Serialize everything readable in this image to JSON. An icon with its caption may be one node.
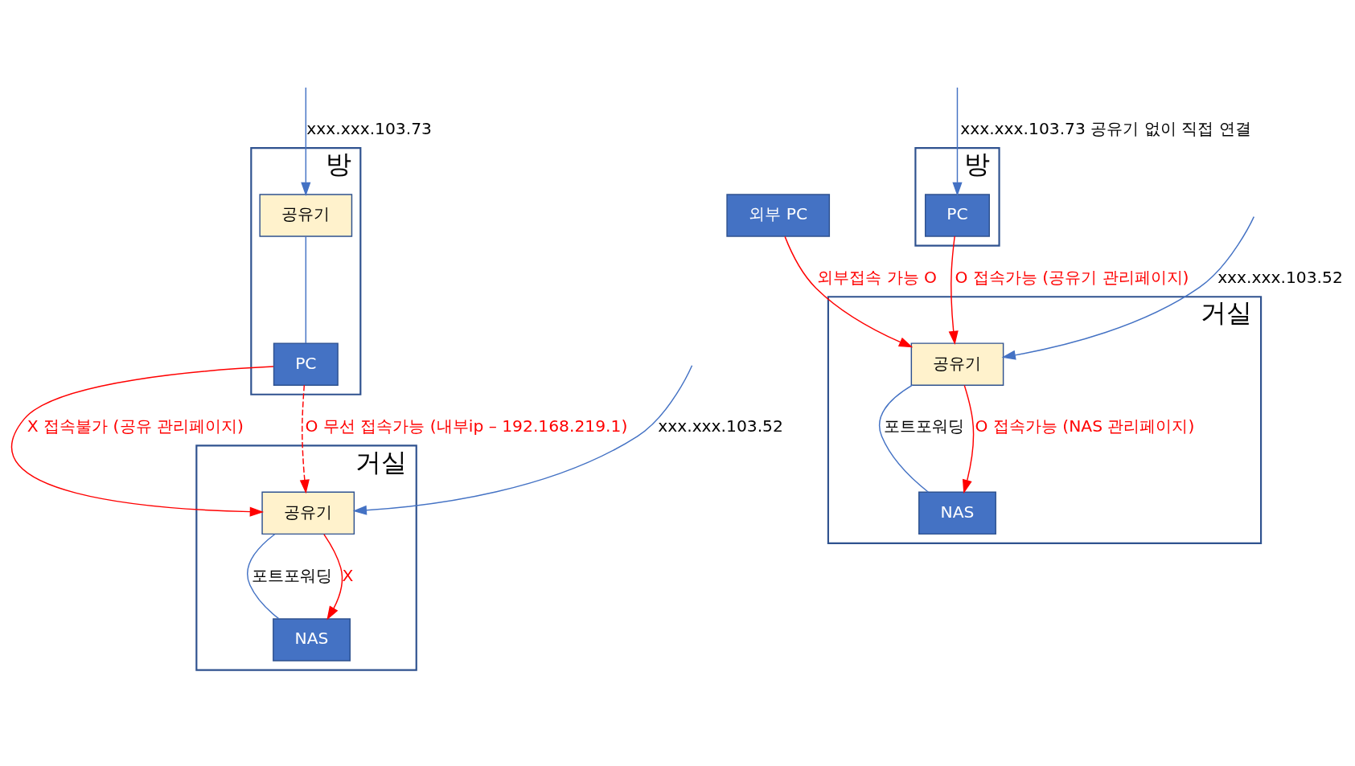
{
  "diagram": {
    "nodes": [
      {
        "text": [
          "거실"
        ]
      },
      {
        "text": [
          "NAS"
        ],
        "in": 0
      },
      {
        "text": [
          "공유기"
        ],
        "in": 0
      },
      {
        "text": [
          "방"
        ]
      },
      {
        "text": [
          "공유기"
        ],
        "in": 3
      },
      {
        "text": [
          "PC"
        ],
        "in": 3
      },
      {
        "text": [
          "외부 PC"
        ]
      },
      {
        "text": [
          "거실"
        ]
      },
      {
        "text": [
          "NAS"
        ],
        "in": 7
      },
      {
        "text": [
          "공유기"
        ],
        "in": 7
      },
      {
        "text": [
          "방"
        ]
      },
      {
        "text": [
          "PC"
        ],
        "in": 10
      }
    ],
    "edges": [
      {
        "from": 2,
        "to": 1,
        "arrow": "none",
        "label": "포트포워딩"
      },
      {
        "from": 2,
        "to": 1,
        "arrow": "to",
        "label": "X",
        "color": "#ff0000"
      },
      {
        "from": null,
        "to": 2,
        "arrow": "to",
        "label": "xxx.xxx.103.52"
      },
      {
        "from": null,
        "to": 4,
        "arrow": "to",
        "label": "xxx.xxx.103.73"
      },
      {
        "from": 4,
        "to": 5,
        "arrow": "none"
      },
      {
        "from": 5,
        "to": 2,
        "arrow": "to",
        "label": "X 접속불가 (공유 관리페이지)",
        "color": "#ff0000"
      },
      {
        "from": 5,
        "to": 2,
        "arrow": "to",
        "label": "O 무선 접속가능 (내부ip – 192.168.219.1)",
        "style": "dashed",
        "color": "#ff0000"
      },
      {
        "from": 6,
        "to": 9,
        "arrow": "to",
        "label": "외부접속 가능 O",
        "color": "#ff0000"
      },
      {
        "from": 9,
        "to": 8,
        "arrow": "none",
        "label": "포트포워딩"
      },
      {
        "from": 9,
        "to": 8,
        "arrow": "to",
        "label": "O 접속가능 (NAS 관리페이지)",
        "color": "#ff0000"
      },
      {
        "from": null,
        "to": 9,
        "arrow": "to",
        "label": "xxx.xxx.103.52"
      },
      {
        "from": 11,
        "to": 9,
        "arrow": "to",
        "label": "O 접속가능 (공유기 관리페이지)",
        "color": "#ff0000"
      },
      {
        "from": null,
        "to": 11,
        "arrow": "to",
        "label": "xxx.xxx.103.73 공유기 없이 직접 연결"
      }
    ]
  }
}
